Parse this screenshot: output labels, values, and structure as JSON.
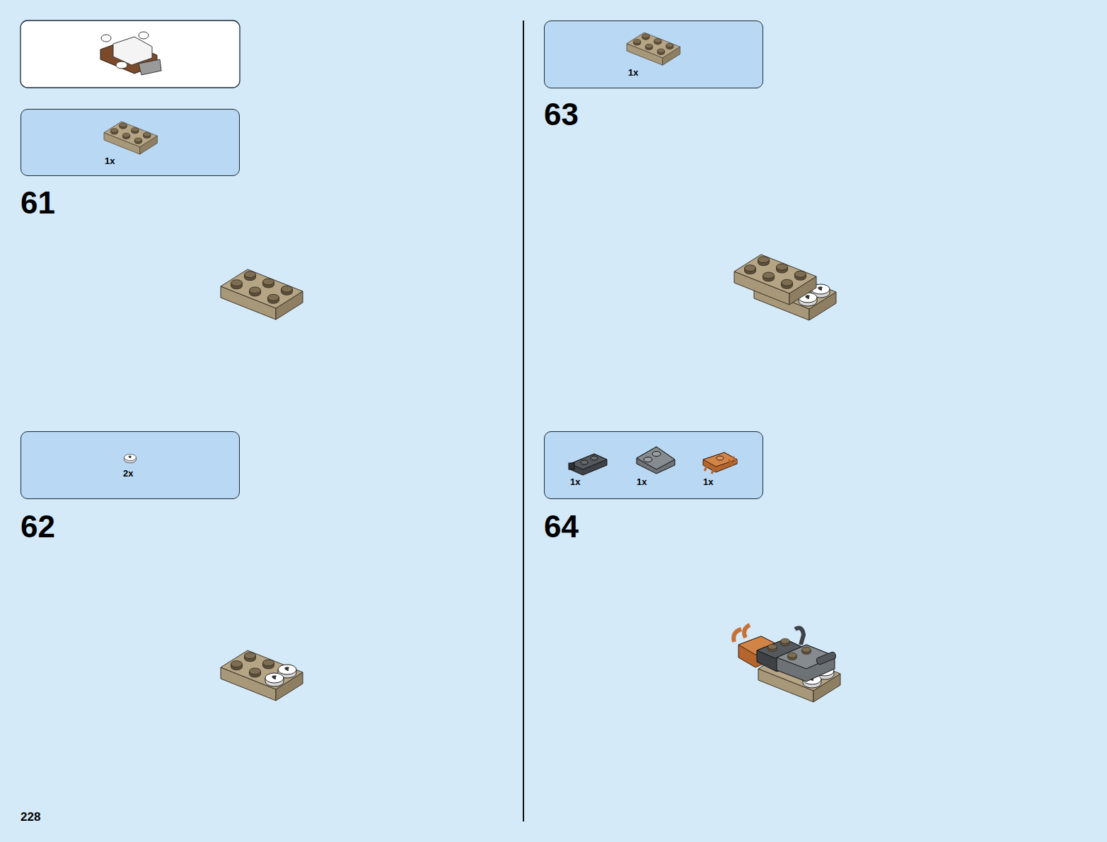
{
  "diagram": {
    "nodes": [
      {
        "text": [
          "1x"
        ]
      },
      {
        "text": [
          "2x"
        ]
      },
      {
        "text": [
          "1x"
        ]
      },
      {
        "text": [
          "1x",
          "1x",
          "1x"
        ]
      }
    ],
    "labels": [
      "61",
      "62",
      "63",
      "64",
      "228"
    ]
  }
}
